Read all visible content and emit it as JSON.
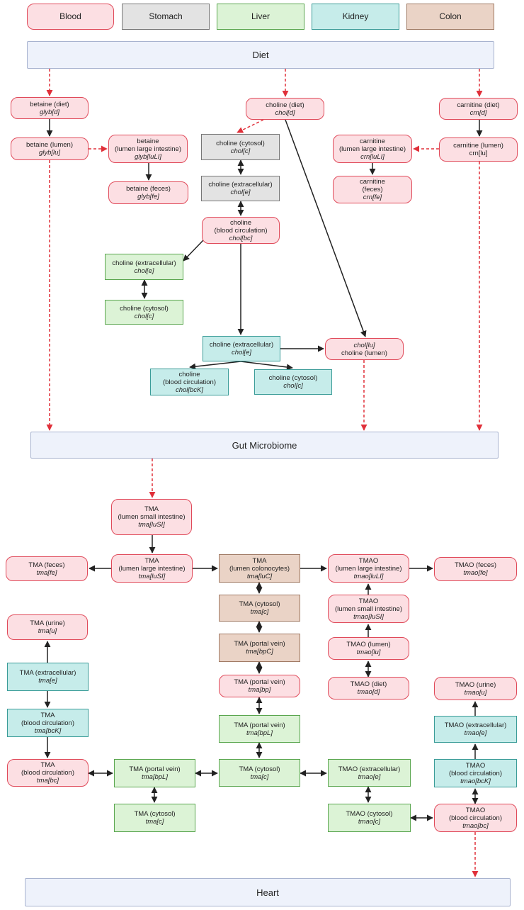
{
  "legend": {
    "blood": "Blood",
    "stomach": "Stomach",
    "liver": "Liver",
    "kidney": "Kidney",
    "colon": "Colon"
  },
  "bands": {
    "diet": "Diet",
    "gut": "Gut Microbiome",
    "heart": "Heart"
  },
  "colors": {
    "blood_fill": "#fcdfe3",
    "blood_border": "#e04a5a",
    "stomach_fill": "#e3e3e3",
    "stomach_border": "#777777",
    "liver_fill": "#dcf3d6",
    "liver_border": "#5aa64f",
    "kidney_fill": "#c6ecea",
    "kidney_border": "#3b9c98",
    "colon_fill": "#ead3c6",
    "colon_border": "#a07a64",
    "band_fill": "#eef2fb",
    "arrow_solid": "#222222",
    "arrow_dashed": "#e0303a"
  },
  "nodes": {
    "glyb_d": {
      "l1": "betaine (diet)",
      "l2": "glyb[d]"
    },
    "glyb_lu": {
      "l1": "betaine (lumen)",
      "l2": "glyb[lu]"
    },
    "glyb_luLI": {
      "l1": "betaine",
      "l2": "(lumen large intestine)",
      "l3": "glyb[luLI]"
    },
    "glyb_fe": {
      "l1": "betaine (feces)",
      "l2": "glyb[fe]"
    },
    "chol_d": {
      "l1": "choline (diet)",
      "l2": "chol[d]"
    },
    "chol_c_st": {
      "l1": "choline (cytosol)",
      "l2": "chol[c]"
    },
    "chol_e_st": {
      "l1": "choline (extracellular)",
      "l2": "chol[e]"
    },
    "chol_bc": {
      "l1": "choline",
      "l2": "(blood circulation)",
      "l3": "chol[bc]"
    },
    "chol_e_lv": {
      "l1": "choline (extracellular)",
      "l2": "chol[e]"
    },
    "chol_c_lv": {
      "l1": "choline (cytosol)",
      "l2": "chol[c]"
    },
    "chol_e_kd": {
      "l1": "choline (extracellular)",
      "l2": "chol[e]"
    },
    "chol_lu": {
      "l1": "chol[lu]",
      "l2": "choline (lumen)"
    },
    "chol_bcK": {
      "l1": "choline",
      "l2": "(blood circulation)",
      "l3": "chol[bcK]"
    },
    "chol_c_kd": {
      "l1": "choline (cytosol)",
      "l2": "chol[c]"
    },
    "crn_d": {
      "l1": "carnitine (diet)",
      "l2": "crn[d]"
    },
    "crn_lu": {
      "l1": "carnitine (lumen)",
      "l2": "crn[lu]"
    },
    "crn_luLI": {
      "l1": "carnitine",
      "l2": "(lumen large intestine)",
      "l3": "crn[luLI]"
    },
    "crn_fe": {
      "l1": "carnitine",
      "l2": "(feces)",
      "l3": "crn[fe]"
    },
    "tma_luSI": {
      "l1": "TMA",
      "l2": "(lumen small intestine)",
      "l3": "tma[luSI]"
    },
    "tma_luLI": {
      "l1": "TMA",
      "l2": "(lumen large intestine)",
      "l3": "tma[luSI]"
    },
    "tma_fe": {
      "l1": "TMA (feces)",
      "l2": "tma[fe]"
    },
    "tma_luC": {
      "l1": "TMA",
      "l2": "(lumen colonocytes)",
      "l3": "tma[luC]"
    },
    "tmao_luLI": {
      "l1": "TMAO",
      "l2": "(lumen large intestine)",
      "l3": "tmao[luLI]"
    },
    "tmao_fe": {
      "l1": "TMAO (feces)",
      "l2": "tmao[fe]"
    },
    "tma_c_co": {
      "l1": "TMA (cytosol)",
      "l2": "tma[c]"
    },
    "tmao_luSI": {
      "l1": "TMAO",
      "l2": "(lumen small intestine)",
      "l3": "tmao[luSI]"
    },
    "tma_u": {
      "l1": "TMA (urine)",
      "l2": "tma[u]"
    },
    "tma_bpC": {
      "l1": "TMA (portal vein)",
      "l2": "tma[bpC]"
    },
    "tmao_lu": {
      "l1": "TMAO (lumen)",
      "l2": "tmao[lu]"
    },
    "tma_e_kd": {
      "l1": "TMA (extracellular)",
      "l2": "tma[e]"
    },
    "tma_bp": {
      "l1": "TMA (portal vein)",
      "l2": "tma[bp]"
    },
    "tmao_d": {
      "l1": "TMAO (diet)",
      "l2": "tmao[d]"
    },
    "tmao_u": {
      "l1": "TMAO (urine)",
      "l2": "tmao[u]"
    },
    "tma_bcK": {
      "l1": "TMA",
      "l2": "(blood circulation)",
      "l3": "tma[bcK]"
    },
    "tma_bpL_c": {
      "l1": "TMA (portal vein)",
      "l2": "tma[bpL]"
    },
    "tmao_e_kd": {
      "l1": "TMAO (extracellular)",
      "l2": "tmao[e]"
    },
    "tma_bc": {
      "l1": "TMA",
      "l2": "(blood circulation)",
      "l3": "tma[bc]"
    },
    "tma_bpL": {
      "l1": "TMA (portal vein)",
      "l2": "tma[bpL]"
    },
    "tma_c_lv": {
      "l1": "TMA (cytosol)",
      "l2": "tma[c]"
    },
    "tmao_e_lv": {
      "l1": "TMAO (extracellular)",
      "l2": "tmao[e]"
    },
    "tmao_bcK": {
      "l1": "TMAO",
      "l2": "(blood circulation)",
      "l3": "tmao[bcK]"
    },
    "tma_c_lv2": {
      "l1": "TMA (cytosol)",
      "l2": "tma[c]"
    },
    "tmao_c_lv": {
      "l1": "TMAO (cytosol)",
      "l2": "tmao[c]"
    },
    "tmao_bc": {
      "l1": "TMAO",
      "l2": "(blood circulation)",
      "l3": "tmao[bc]"
    }
  }
}
